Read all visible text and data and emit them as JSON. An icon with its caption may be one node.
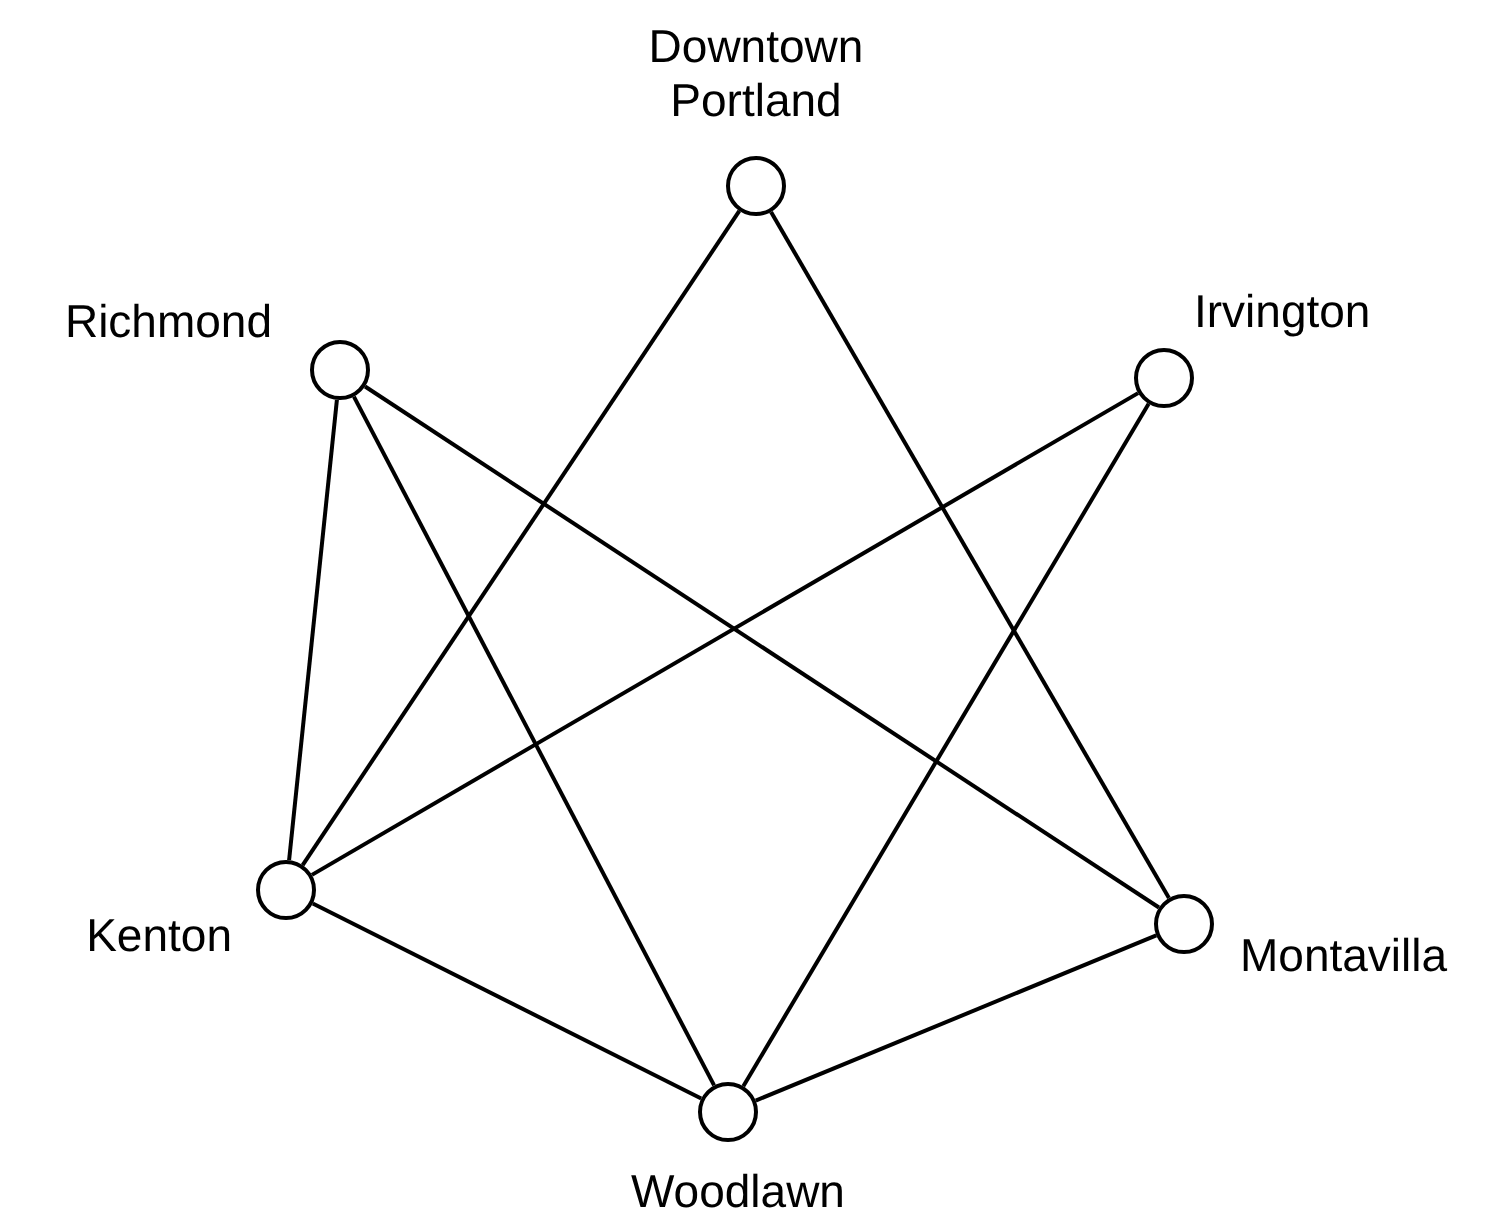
{
  "diagram": {
    "nodes": [
      {
        "text": [],
        "shape": "circle",
        "beside": [
          "Downtown Portland"
        ]
      },
      {
        "text": [],
        "shape": "circle",
        "beside": [
          "Richmond"
        ]
      },
      {
        "text": [],
        "shape": "circle",
        "beside": [
          "Irvington"
        ]
      },
      {
        "text": [],
        "shape": "circle",
        "beside": [
          "Kenton"
        ]
      },
      {
        "text": [],
        "shape": "circle",
        "beside": [
          "Montavilla"
        ]
      },
      {
        "text": [],
        "shape": "circle",
        "beside": [
          "Woodlawn"
        ]
      }
    ],
    "edges": [
      {
        "from": 0,
        "to": 3,
        "arrow": "none"
      },
      {
        "from": 0,
        "to": 4,
        "arrow": "none"
      },
      {
        "from": 1,
        "to": 3,
        "arrow": "none"
      },
      {
        "from": 1,
        "to": 5,
        "arrow": "none"
      },
      {
        "from": 1,
        "to": 4,
        "arrow": "none"
      },
      {
        "from": 2,
        "to": 3,
        "arrow": "none"
      },
      {
        "from": 2,
        "to": 5,
        "arrow": "none"
      },
      {
        "from": 3,
        "to": 5,
        "arrow": "none"
      },
      {
        "from": 5,
        "to": 4,
        "arrow": "none"
      }
    ]
  }
}
